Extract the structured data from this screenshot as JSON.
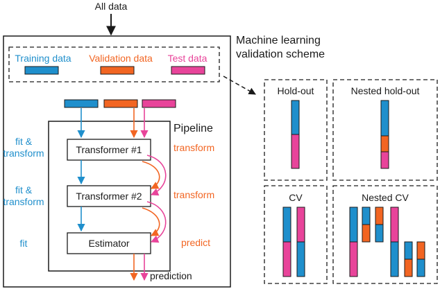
{
  "top_label": "All data",
  "scheme_title": [
    "Machine learning",
    "validation scheme"
  ],
  "legend": {
    "training": "Training data",
    "validation": "Validation data",
    "test": "Test data"
  },
  "pipeline_label": "Pipeline",
  "boxes": {
    "transformer1": "Transformer #1",
    "transformer2": "Transformer #2",
    "estimator": "Estimator"
  },
  "left_labels": {
    "fit_transform_1": [
      "fit &",
      "transform"
    ],
    "fit_transform_2": [
      "fit &",
      "transform"
    ],
    "fit": "fit"
  },
  "right_labels": {
    "transform_1": "transform",
    "transform_2": "transform",
    "predict": "predict"
  },
  "output_label": "prediction",
  "panels": {
    "holdout": "Hold-out",
    "nested_holdout": "Nested hold-out",
    "cv": "CV",
    "nested_cv": "Nested CV"
  },
  "colors": {
    "training": "#1f8fcc",
    "validation": "#f26522",
    "test": "#e8449a",
    "stroke": "#1a1a1a",
    "text": "#1a1a1a"
  }
}
